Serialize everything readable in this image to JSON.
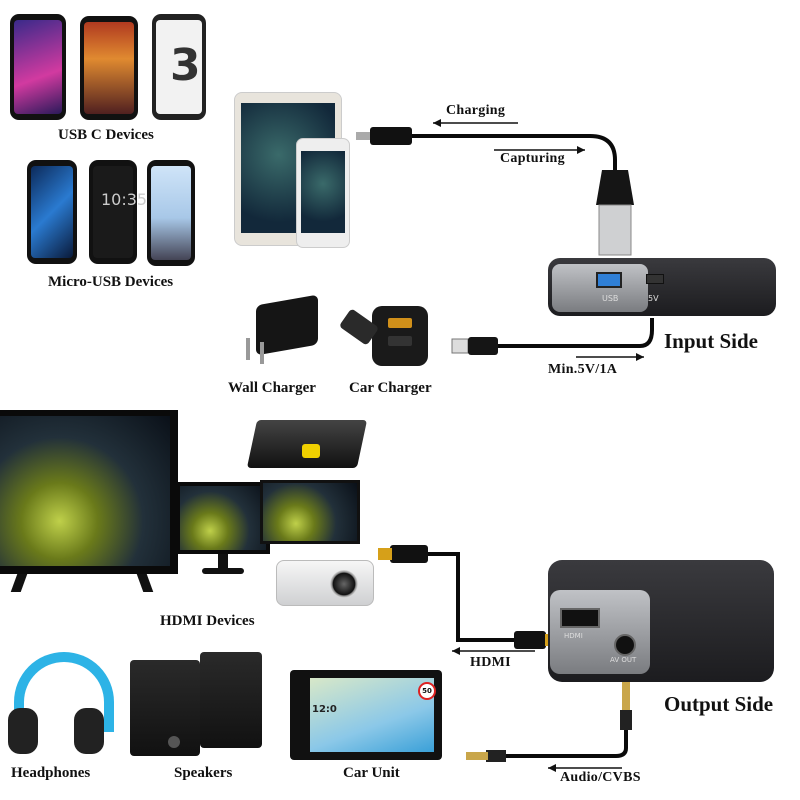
{
  "colors": {
    "cable": "#0a0a0a",
    "device_body": "#2b2b2e",
    "device_bezel": "#9a9ca0",
    "usb_port": "#2f7fd6",
    "headphone": "#2db3e6",
    "car_screen": "#3aa0d8"
  },
  "input": {
    "side_label": "Input Side",
    "charging": "Charging",
    "capturing": "Capturing",
    "power_spec": "Min.5V/1A",
    "port_usb": "USB",
    "port_5v": "5V"
  },
  "sources": {
    "usbc_label": "USB C Devices",
    "micro_label": "Micro-USB Devices",
    "wall_label": "Wall Charger",
    "car_label": "Car Charger"
  },
  "output": {
    "side_label": "Output Side",
    "hdmi": "HDMI",
    "audio": "Audio/CVBS",
    "port_hdmi": "HDMI",
    "port_av": "AV OUT"
  },
  "sinks": {
    "hdmi_label": "HDMI Devices",
    "headphones_label": "Headphones",
    "speakers_label": "Speakers",
    "car_unit_label": "Car Unit",
    "car_speed": "50",
    "car_time": "12:0"
  },
  "icons": {
    "usbc": "usb-c-phones-icon",
    "micro": "micro-usb-phones-icon",
    "tablet": "tablet-phone-icon",
    "wall": "wall-charger-icon",
    "car": "car-charger-icon",
    "tv": "tv-icon",
    "monitor": "monitor-icon",
    "projector": "projector-icon",
    "headphones": "headphones-icon",
    "speakers": "speakers-icon",
    "car_unit": "car-stereo-icon"
  }
}
